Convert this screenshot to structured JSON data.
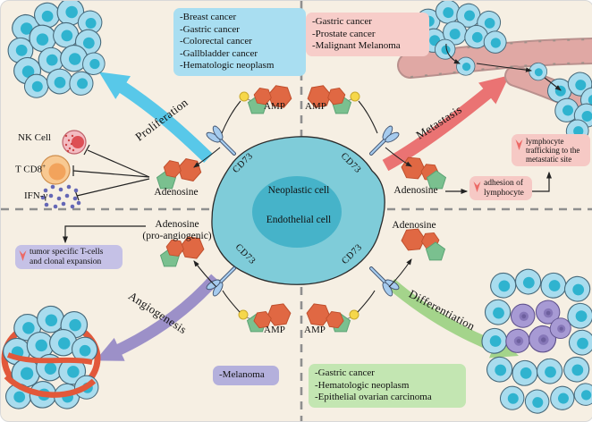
{
  "center": {
    "cell_line1": "Neoplastic cell",
    "cell_line2": "Endothelial cell",
    "receptor": "CD73"
  },
  "molecules": {
    "amp": "AMP",
    "adenosine": "Adenosine",
    "adenosine_pro1": "Adenosine",
    "adenosine_pro2": "(pro-angiogenic)"
  },
  "processes": {
    "proliferation": "Proliferation",
    "metastasis": "Metastasis",
    "angiogenesis": "Angiogenesis",
    "differentiation": "Differentiation"
  },
  "immune": {
    "nk_cell": "NK Cell",
    "t_cd8": "T CD8",
    "t_cd8_sup": "+",
    "ifn_gamma": "IFN-γ"
  },
  "cancer_boxes": {
    "proliferation_lines": [
      "-Breast cancer",
      "-Gastric cancer",
      "-Colorectal cancer",
      "-Gallbladder cancer",
      "-Hematologic neoplasm"
    ],
    "metastasis_lines": [
      "-Gastric cancer",
      "-Prostate cancer",
      "-Malignant Melanoma"
    ],
    "angiogenesis_lines": [
      "-Melanoma"
    ],
    "differentiation_lines": [
      "-Gastric cancer",
      "-Hematologic neoplasm",
      "-Epithelial ovarian carcinoma"
    ]
  },
  "effects": {
    "adhesion": "adhesion of lymphocyte",
    "trafficking": "lymphocyte trafficking to the metastatic site",
    "tumor_t1": "tumor specific  T-cells",
    "tumor_t2": "and clonal expansion"
  },
  "colors": {
    "background": "#f6efe3",
    "proliferation_box": "#a9def1",
    "metastasis_box": "#f7cdc9",
    "angiogenesis_box": "#b4b0dc",
    "differentiation_box": "#c3e6b2",
    "effect_box_pink": "#f6c9c5",
    "effect_box_purple": "#c5c1e6",
    "arrow_blue": "#58c8e9",
    "arrow_red": "#ea7373",
    "arrow_purple": "#9c90c8",
    "arrow_green": "#a4d48b",
    "cell_body": "#7fccd9",
    "cell_nucleus": "#46b3c9",
    "tumor_cell": "#a9dcee",
    "tumor_nucleus": "#2fb3cf",
    "adenine_orange": "#e06843",
    "ribose_green": "#7ac08f",
    "phosphate_yellow": "#f6d74a",
    "vessel_pink": "#e0a8a4",
    "angio_vessel_red": "#e2583a",
    "down_arrow_glyph": "#ec6a66"
  }
}
